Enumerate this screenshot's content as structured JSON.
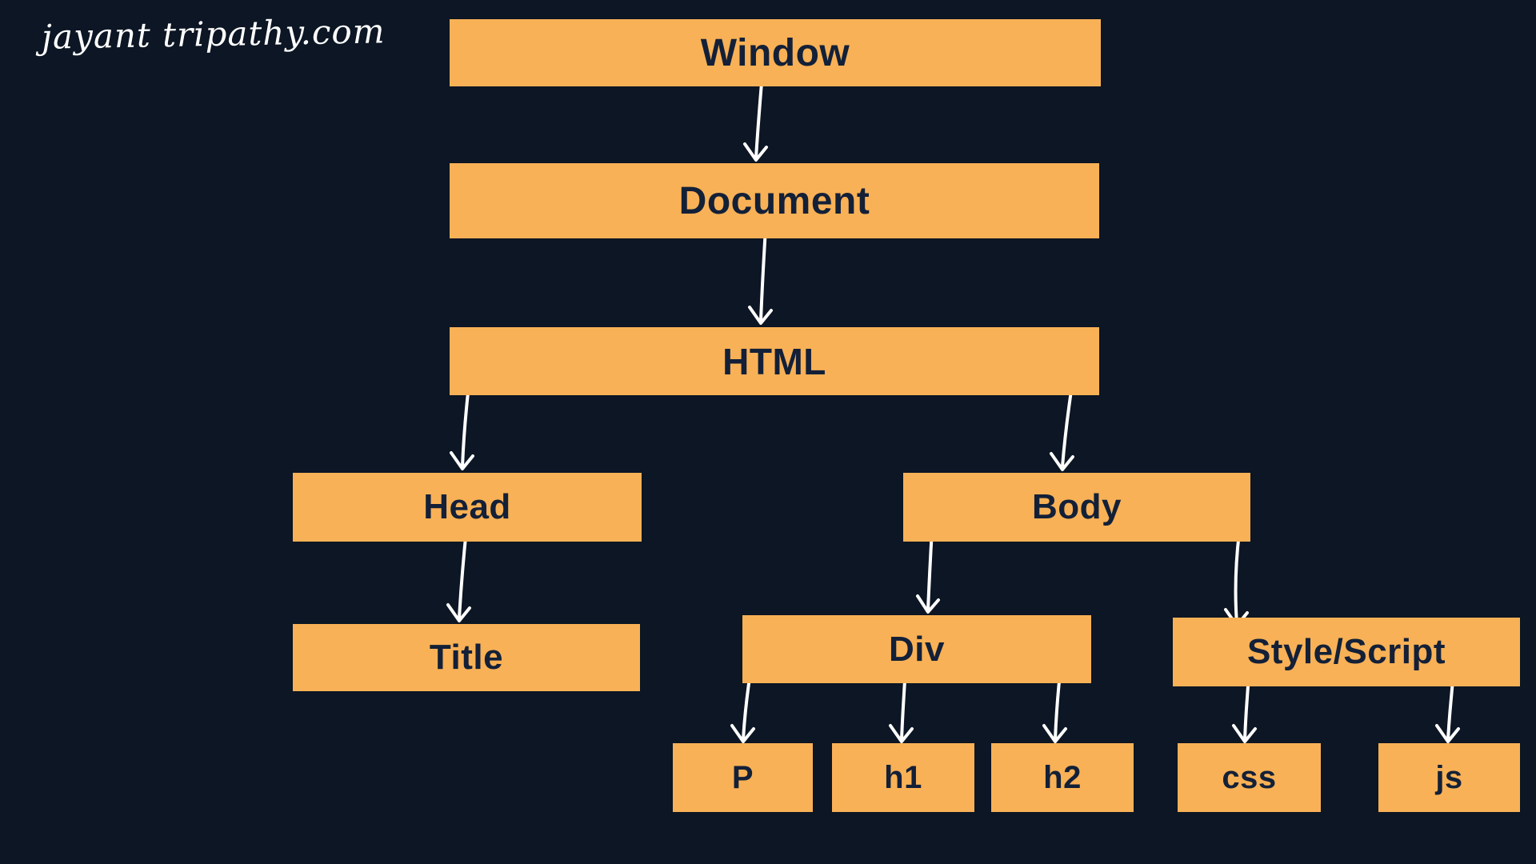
{
  "watermark": "jayant tripathy.com",
  "colors": {
    "background": "#0c1624",
    "node_fill": "#f8b156",
    "node_text": "#132038",
    "arrow": "#ffffff"
  },
  "diagram": {
    "type": "tree",
    "subject": "DOM hierarchy",
    "nodes": {
      "window": {
        "label": "Window"
      },
      "document": {
        "label": "Document"
      },
      "html": {
        "label": "HTML"
      },
      "head": {
        "label": "Head"
      },
      "body": {
        "label": "Body"
      },
      "title": {
        "label": "Title"
      },
      "div": {
        "label": "Div"
      },
      "style_script": {
        "label": "Style/Script"
      },
      "p": {
        "label": "P"
      },
      "h1": {
        "label": "h1"
      },
      "h2": {
        "label": "h2"
      },
      "css": {
        "label": "css"
      },
      "js": {
        "label": "js"
      }
    },
    "edges": [
      [
        "window",
        "document"
      ],
      [
        "document",
        "html"
      ],
      [
        "html",
        "head"
      ],
      [
        "html",
        "body"
      ],
      [
        "head",
        "title"
      ],
      [
        "body",
        "div"
      ],
      [
        "body",
        "style_script"
      ],
      [
        "div",
        "p"
      ],
      [
        "div",
        "h1"
      ],
      [
        "div",
        "h2"
      ],
      [
        "style_script",
        "css"
      ],
      [
        "style_script",
        "js"
      ]
    ]
  }
}
